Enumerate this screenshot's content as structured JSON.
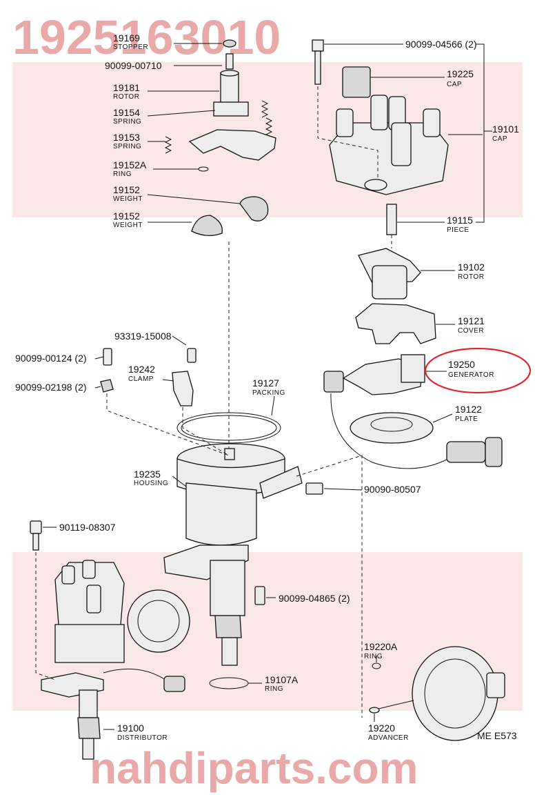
{
  "watermark": {
    "part_number": "1925163010",
    "site": "nahdiparts.com",
    "band_color": "#f3c9c9",
    "text_color": "#e9a9a9",
    "highlight_color": "#e0262b"
  },
  "figure_code": "ME E573",
  "labels": {
    "stopper": {
      "num": "19169",
      "name": "STOPPER"
    },
    "bolt_top": {
      "num": "90099-00710"
    },
    "rotor_left": {
      "num": "19181",
      "name": "ROTOR"
    },
    "spring_a": {
      "num": "19154",
      "name": "SPRING"
    },
    "spring_b": {
      "num": "19153",
      "name": "SPRING"
    },
    "ring_a": {
      "num": "19152A",
      "name": "RING"
    },
    "weight_a": {
      "num": "19152",
      "name": "WEIGHT"
    },
    "weight_b": {
      "num": "19152",
      "name": "WEIGHT"
    },
    "clip_top": {
      "num": "90099-04566 (2)"
    },
    "cap_inner": {
      "num": "19225",
      "name": "CAP"
    },
    "cap_outer": {
      "num": "19101",
      "name": "CAP"
    },
    "piece": {
      "num": "19115",
      "name": "PIECE"
    },
    "rotor_right": {
      "num": "19102",
      "name": "ROTOR"
    },
    "cover": {
      "num": "19121",
      "name": "COVER"
    },
    "generator": {
      "num": "19250",
      "name": "GENERATOR"
    },
    "plate": {
      "num": "19122",
      "name": "PLATE"
    },
    "screw_a": {
      "num": "93319-15008"
    },
    "bolt_a": {
      "num": "90099-00124 (2)"
    },
    "clamp": {
      "num": "19242",
      "name": "CLAMP"
    },
    "washer": {
      "num": "90099-02198 (2)"
    },
    "packing": {
      "num": "19127",
      "name": "PACKING"
    },
    "housing": {
      "num": "19235",
      "name": "HOUSING"
    },
    "bolt_b": {
      "num": "90090-80507"
    },
    "bolt_c": {
      "num": "90119-08307"
    },
    "nut": {
      "num": "90099-04865 (2)"
    },
    "ring_b": {
      "num": "19107A",
      "name": "RING"
    },
    "ring_c": {
      "num": "19220A",
      "name": "RING"
    },
    "distributor": {
      "num": "19100",
      "name": "DISTRIBUTOR"
    },
    "advancer": {
      "num": "19220",
      "name": "ADVANCER"
    }
  }
}
